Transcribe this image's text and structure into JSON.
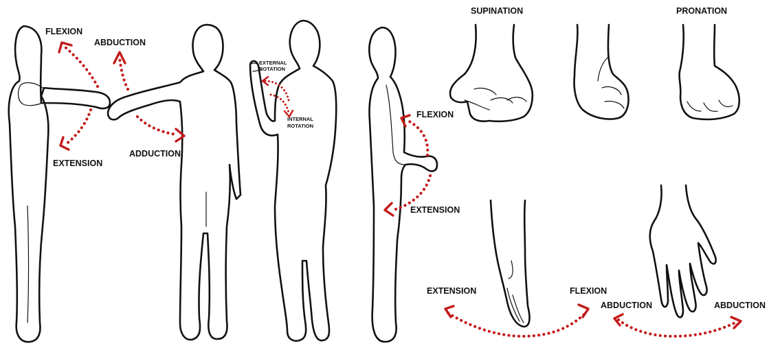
{
  "colors": {
    "arrow": "#c41a1a",
    "outline": "#111111",
    "label": "#111111"
  },
  "shoulder_flexion_figure": {
    "flexion_label": "FLEXION",
    "abduction_label": "ABDUCTION",
    "extension_label": "EXTENSION"
  },
  "shoulder_abduction_figure": {
    "adduction_label": "ADDUCTION"
  },
  "shoulder_rotation_figure": {
    "external_rotation_label": [
      "EXTERNAL",
      "ROTATION"
    ],
    "internal_rotation_label": [
      "INTERNAL",
      "ROTATION"
    ]
  },
  "elbow_figure": {
    "flexion_label": "FLEXION",
    "extension_label": "EXTENSION"
  },
  "forearm_panel": {
    "supination_label": "SUPINATION",
    "pronation_label": "PRONATION"
  },
  "wrist_flexion_panel": {
    "extension_label": "EXTENSION",
    "flexion_label": "FLEXION"
  },
  "wrist_deviation_panel": {
    "left_abduction_label": "ABDUCTION",
    "right_abduction_label": "ABDUCTION"
  }
}
